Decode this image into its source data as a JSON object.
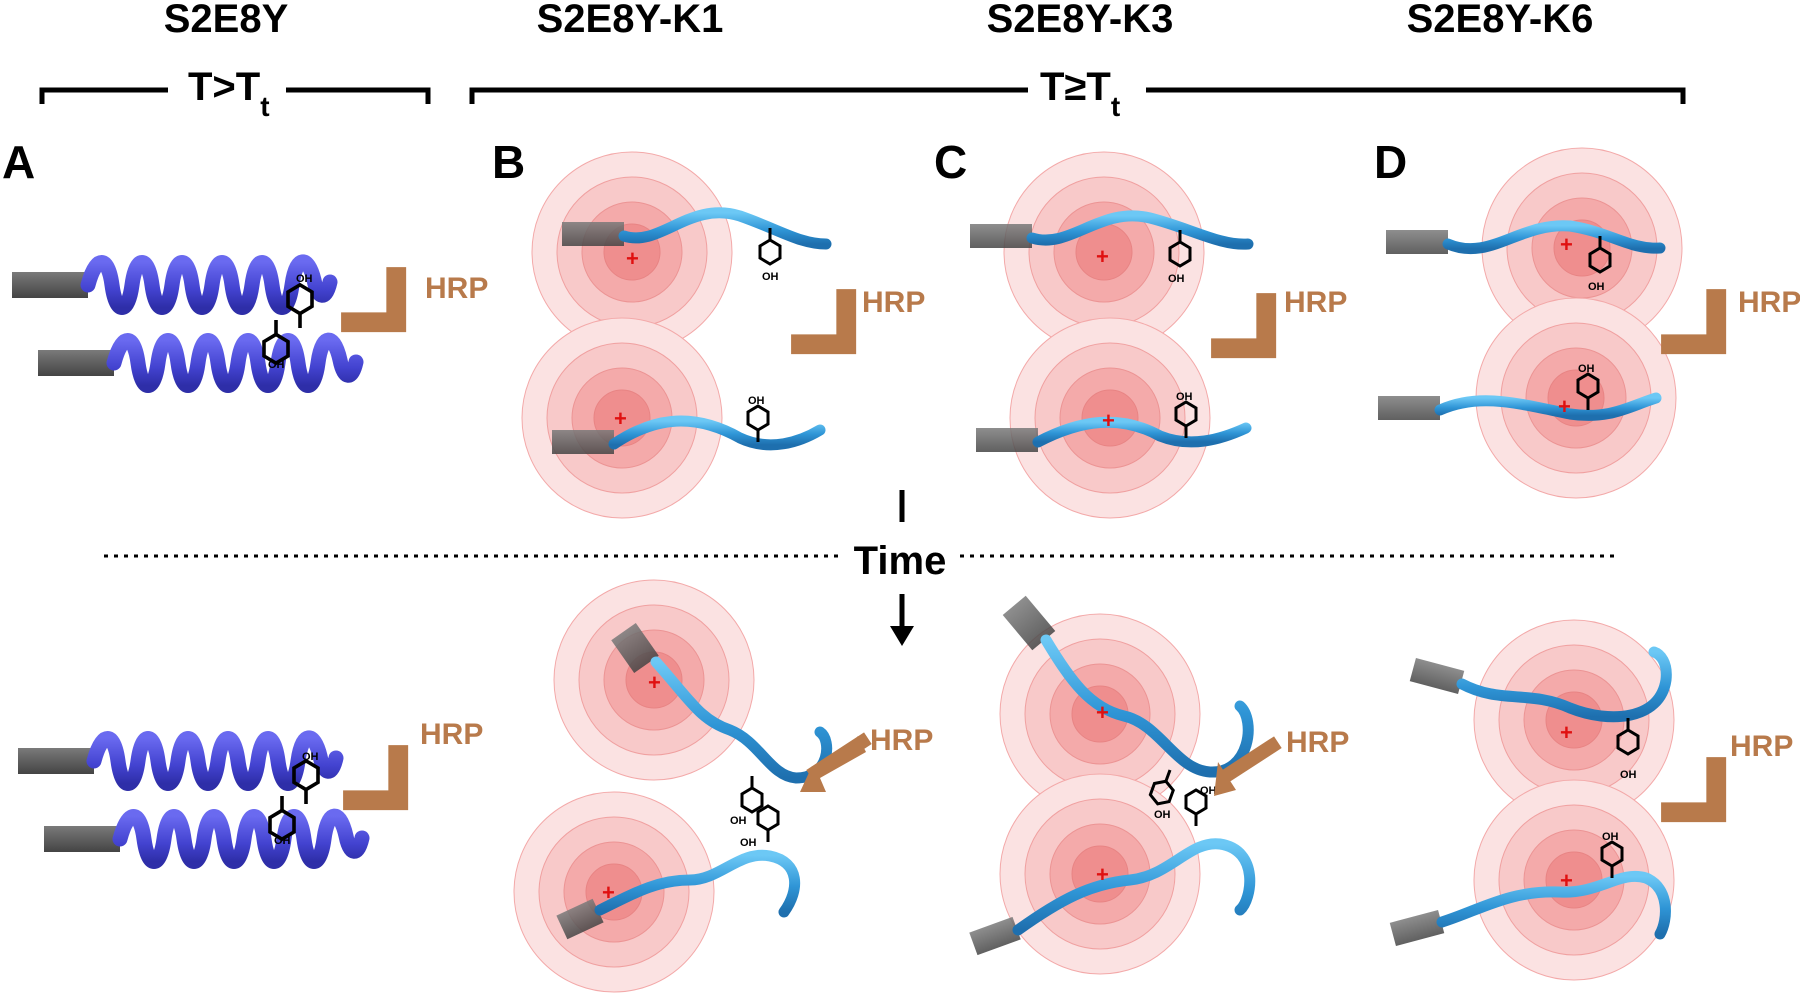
{
  "columns": {
    "a": "S2E8Y",
    "b": "S2E8Y-K1",
    "c": "S2E8Y-K3",
    "d": "S2E8Y-K6"
  },
  "temperature": {
    "left_main": "T>T",
    "left_sub": "t",
    "right_main": "T≥T",
    "right_sub": "t"
  },
  "panels": {
    "a": "A",
    "b": "B",
    "c": "C",
    "d": "D"
  },
  "enzyme_label": "HRP",
  "time_label": "Time",
  "tyrosine_label": "OH",
  "charge_symbol": "+",
  "colors": {
    "helix": "#4a4ad6",
    "chain": "#3aa0dd",
    "anchor": "#5a5a5a",
    "hrp": "#b87a4b",
    "charge_glow": "#f29a9a",
    "charge": "#e01010"
  }
}
